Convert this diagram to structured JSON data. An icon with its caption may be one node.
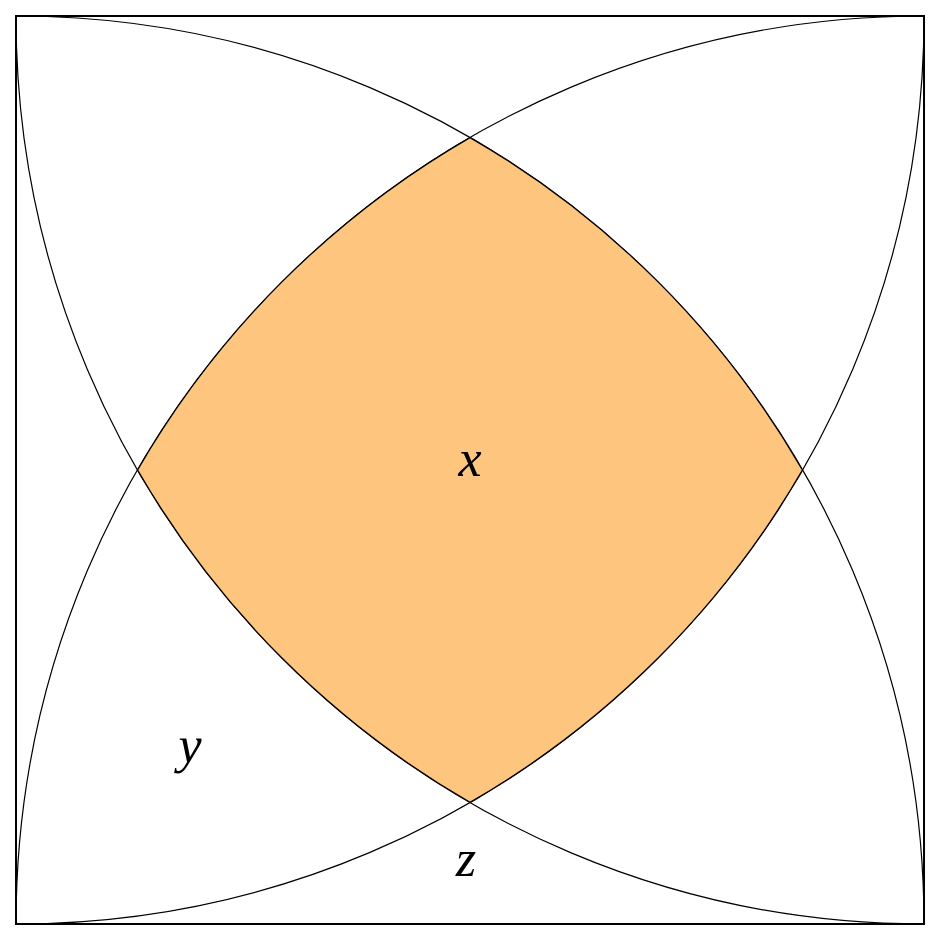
{
  "diagram": {
    "nodes": [
      {
        "text": [
          "x"
        ]
      }
    ],
    "edges": [],
    "labels": [
      "y",
      "z"
    ]
  }
}
